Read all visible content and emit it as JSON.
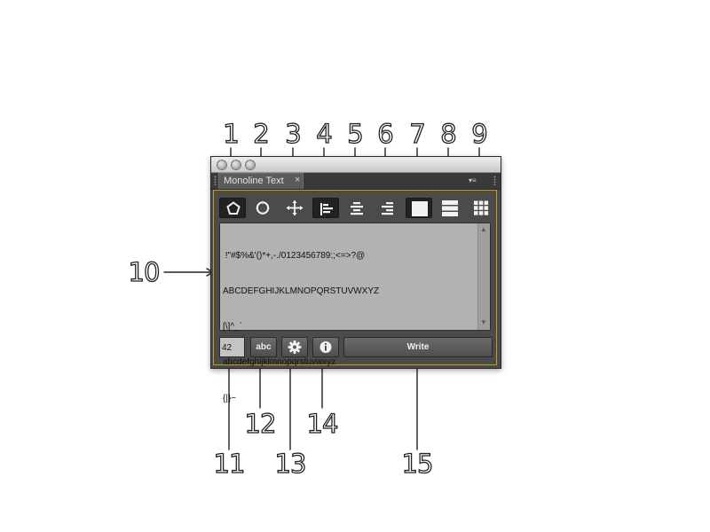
{
  "callouts": [
    "1",
    "2",
    "3",
    "4",
    "5",
    "6",
    "7",
    "8",
    "9",
    "10",
    "11",
    "12",
    "13",
    "14",
    "15"
  ],
  "panel": {
    "tab_title": "Monoline Text",
    "tab_close": "×",
    "panel_menu": "▾≡"
  },
  "toolbar": {
    "buttons": [
      {
        "icon": "pentagon-icon",
        "active": true
      },
      {
        "icon": "circle-icon",
        "active": false
      },
      {
        "icon": "move-arrows-icon",
        "active": false
      },
      {
        "icon": "align-left-icon",
        "active": true
      },
      {
        "icon": "align-center-icon",
        "active": false
      },
      {
        "icon": "align-right-icon",
        "active": false
      },
      {
        "icon": "single-block-icon",
        "active": true
      },
      {
        "icon": "rows-icon",
        "active": false
      },
      {
        "icon": "grid-icon",
        "active": false
      }
    ]
  },
  "text_area": {
    "lines": [
      " !\"#$%&'()*+,-./0123456789:;<=>?@",
      "ABCDEFGHIJKLMNOPQRSTUVWXYZ",
      "[\\]^_`",
      "abcdefghijklmnopqrstuvwxyz",
      "{|}~"
    ],
    "scroll_up": "▲",
    "scroll_down": "▼"
  },
  "bottom": {
    "size_value": "42",
    "abc_label": "abc",
    "settings_icon": "gear-icon",
    "info_icon": "info-icon",
    "write_label": "Write"
  },
  "colors": {
    "accent_border": "#c99a21",
    "panel_bg": "#4b4b4b",
    "text_area_bg": "#b2b2b2"
  }
}
